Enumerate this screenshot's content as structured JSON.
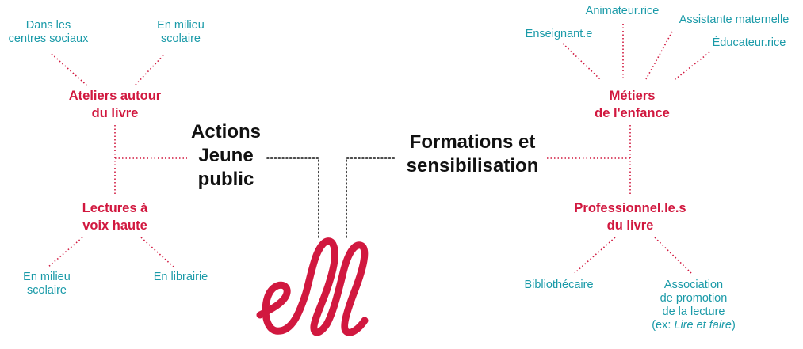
{
  "colors": {
    "red": "#d1183f",
    "teal": "#1a9aa8",
    "black": "#111111"
  },
  "logo": {
    "text": "ell"
  },
  "left": {
    "title": [
      "Actions",
      "Jeune",
      "public"
    ],
    "ateliers": {
      "label": [
        "Ateliers autour",
        "du livre"
      ],
      "children": [
        [
          "Dans les",
          "centres sociaux"
        ],
        [
          "En milieu",
          "scolaire"
        ]
      ]
    },
    "lectures": {
      "label": [
        "Lectures à",
        "voix haute"
      ],
      "children": [
        [
          "En milieu",
          "scolaire"
        ],
        [
          "En librairie"
        ]
      ]
    }
  },
  "right": {
    "title": [
      "Formations et",
      "sensibilisation"
    ],
    "metiers": {
      "label": [
        "Métiers",
        "de l'enfance"
      ],
      "children": [
        "Animateur.rice",
        "Enseignant.e",
        "Assistante maternelle",
        "Éducateur.rice"
      ]
    },
    "professionnels": {
      "label": [
        "Professionnel.le.s",
        "du livre"
      ],
      "children": {
        "bibliothecaire": "Bibliothécaire",
        "association": [
          "Association",
          "de promotion",
          "de la lecture"
        ],
        "example_prefix": "(ex: ",
        "example_italic": "Lire et faire",
        "example_suffix": ")"
      }
    }
  }
}
